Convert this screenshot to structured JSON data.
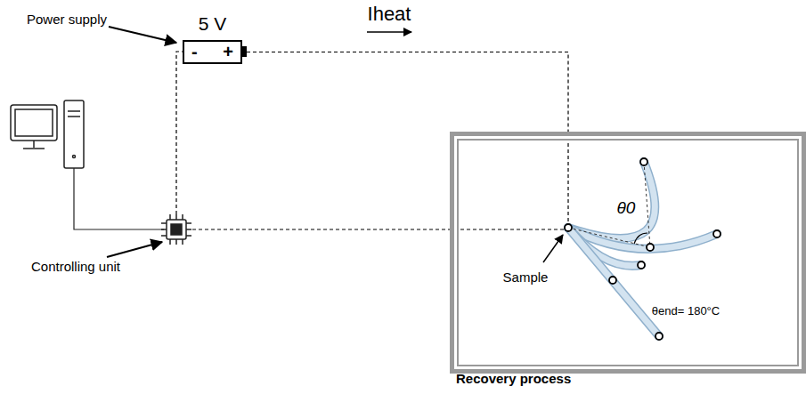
{
  "diagram": {
    "nodes": [
      {
        "text": [
          "5 V",
          "-",
          "+"
        ]
      },
      {
        "text": [
          "Recovery process"
        ]
      }
    ],
    "edges": [
      {
        "from": 0,
        "to": 1,
        "arrow": "none",
        "label": "Iheat"
      }
    ],
    "labels": [
      "Power supply",
      "Controlling unit",
      "Sample",
      "θ0",
      "θend= 180°C"
    ]
  }
}
